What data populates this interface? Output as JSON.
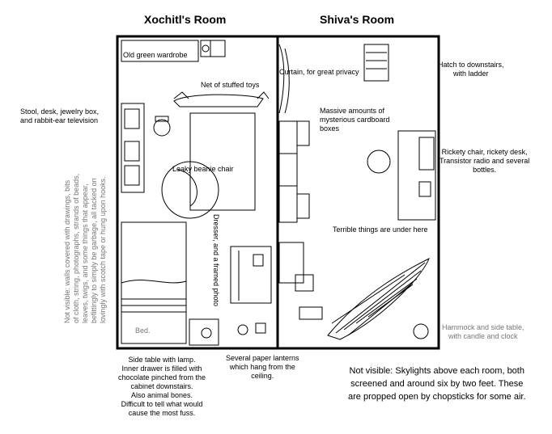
{
  "titles": {
    "left_room": "Xochitl's Room",
    "right_room": "Shiva's Room"
  },
  "labels": {
    "wardrobe": "Old green wardrobe",
    "stuffed_toys": "Net of stuffed toys",
    "curtain": "Curtain, for great privacy",
    "hatch": "Hatch to downstairs,\nwith ladder",
    "stool_desk": "Stool, desk, jewelry box,\nand rabbit-ear television",
    "cardboard": "Massive amounts of\nmysterious cardboard\nboxes",
    "beanie_chair": "Leaky beanie chair",
    "rickety": "Rickety chair, rickety desk,\nTransistor radio and several\nbottles.",
    "terrible_things": "Terrible things are under here",
    "dresser": "Dresser, and a framed photo",
    "bed": "Bed.",
    "hammock": "Hammock and side table,\nwith candle and clock",
    "walls_note": "Not visible: walls covered with drawings, bits\nof cloth, string, photographs, strands of beads,\nleaves, twigs, and some things that appear,\nbefittingly to simply be garbage, all tacked on\nlovingly with scotch tape or hung upon hooks.",
    "side_table": "Side table with lamp.\nInner drawer is filled with\nchocolate pinched from the\ncabinet downstairs.\nAlso animal bones.\nDifficult to tell what would\ncause the most fuss.",
    "lanterns": "Several paper lanterns\nwhich hang from the\nceiling.",
    "skylights": "Not visible: Skylights above each room, both\nscreened and around six by two feet. These\nare propped open by chopsticks for some air."
  }
}
